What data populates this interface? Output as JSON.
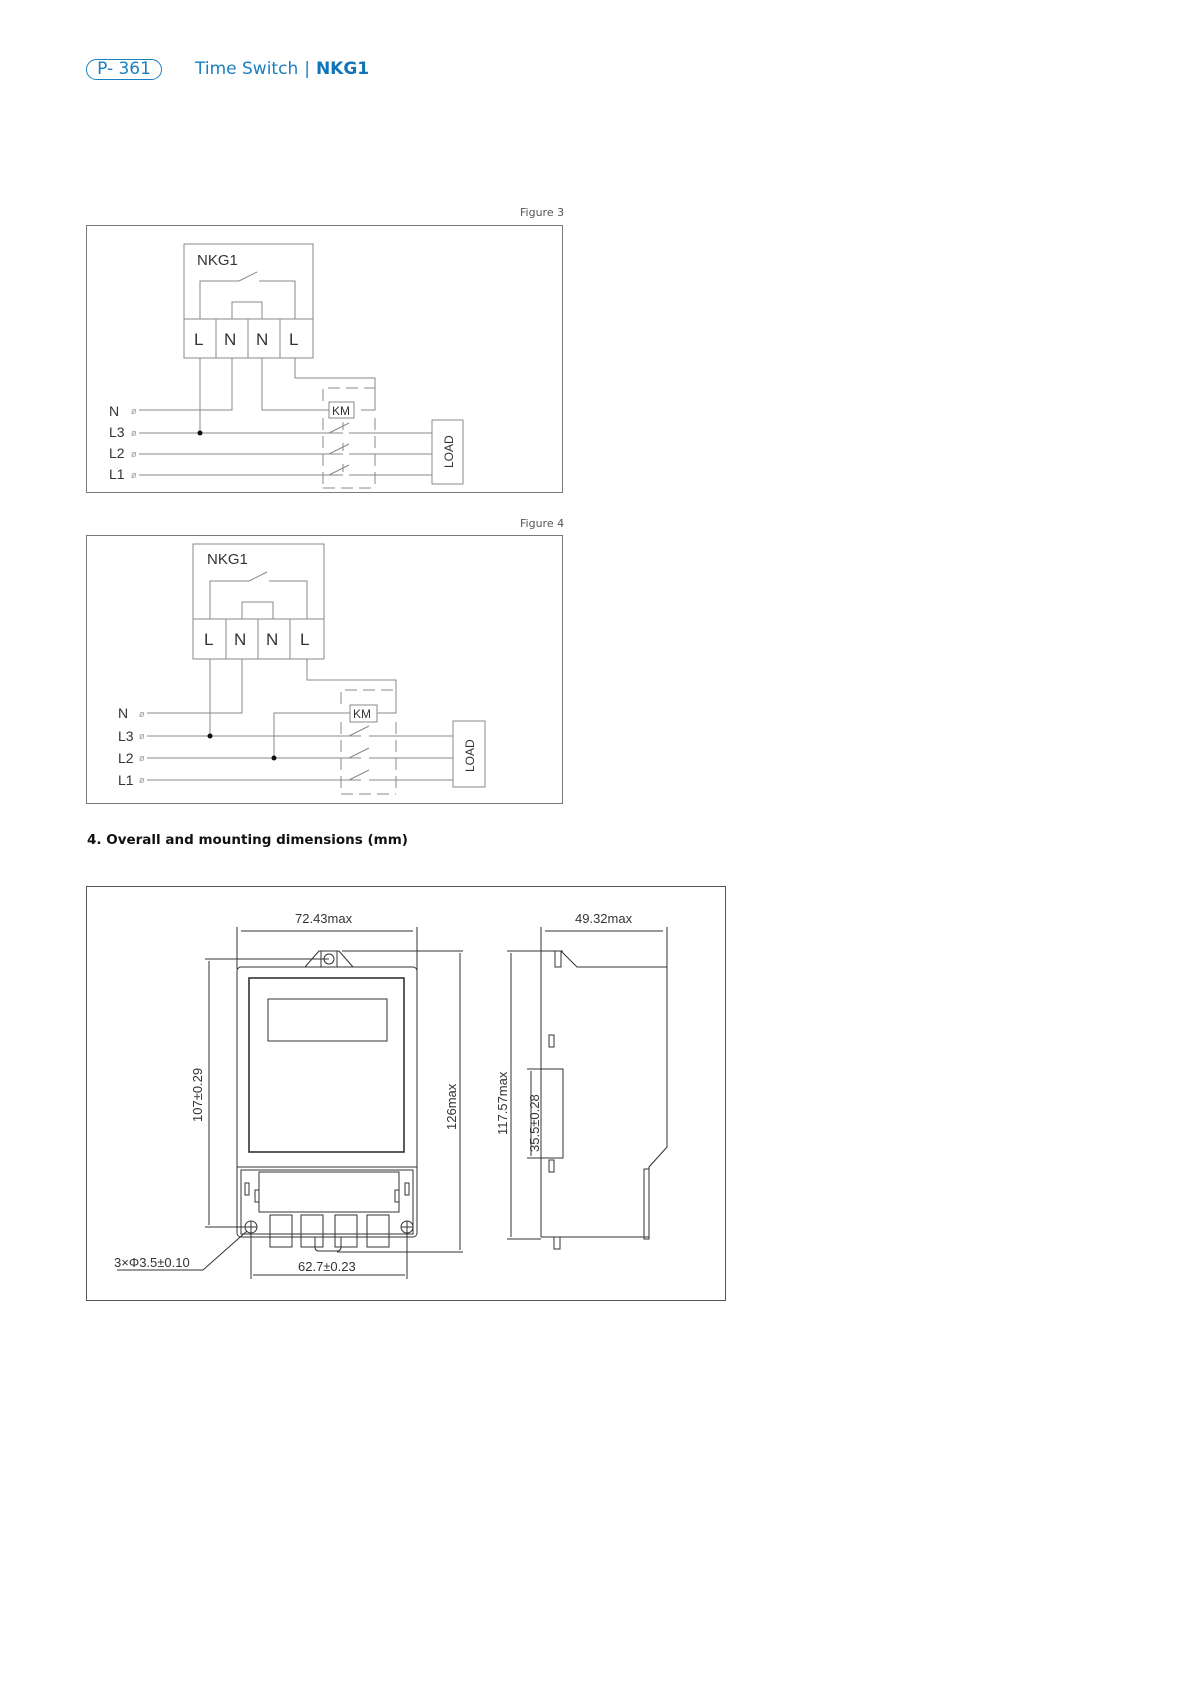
{
  "header": {
    "page_number": "P- 361",
    "section": "Time Switch",
    "separator": "|",
    "model": "NKG1",
    "accent_color": "#1a7fc0"
  },
  "figure3": {
    "caption": "Figure 3",
    "device_label": "NKG1",
    "terminals": [
      "L",
      "N",
      "N",
      "L"
    ],
    "lines": [
      "N",
      "L3",
      "L2",
      "L1"
    ],
    "contactor_label": "KM",
    "load_label": "LOAD"
  },
  "figure4": {
    "caption": "Figure 4",
    "device_label": "NKG1",
    "terminals": [
      "L",
      "N",
      "N",
      "L"
    ],
    "lines": [
      "N",
      "L3",
      "L2",
      "L1"
    ],
    "contactor_label": "KM",
    "load_label": "LOAD"
  },
  "section4": {
    "heading": "4. Overall and mounting dimensions (mm)"
  },
  "dimensions": {
    "width_max": "72.43max",
    "depth_max": "49.32max",
    "mount_height": "107±0.29",
    "height_max": "126max",
    "side_height_max": "117.57max",
    "din_rail": "35.5±0.28",
    "holes": "3×Φ3.5±0.10",
    "hole_spacing": "62.7±0.23"
  }
}
